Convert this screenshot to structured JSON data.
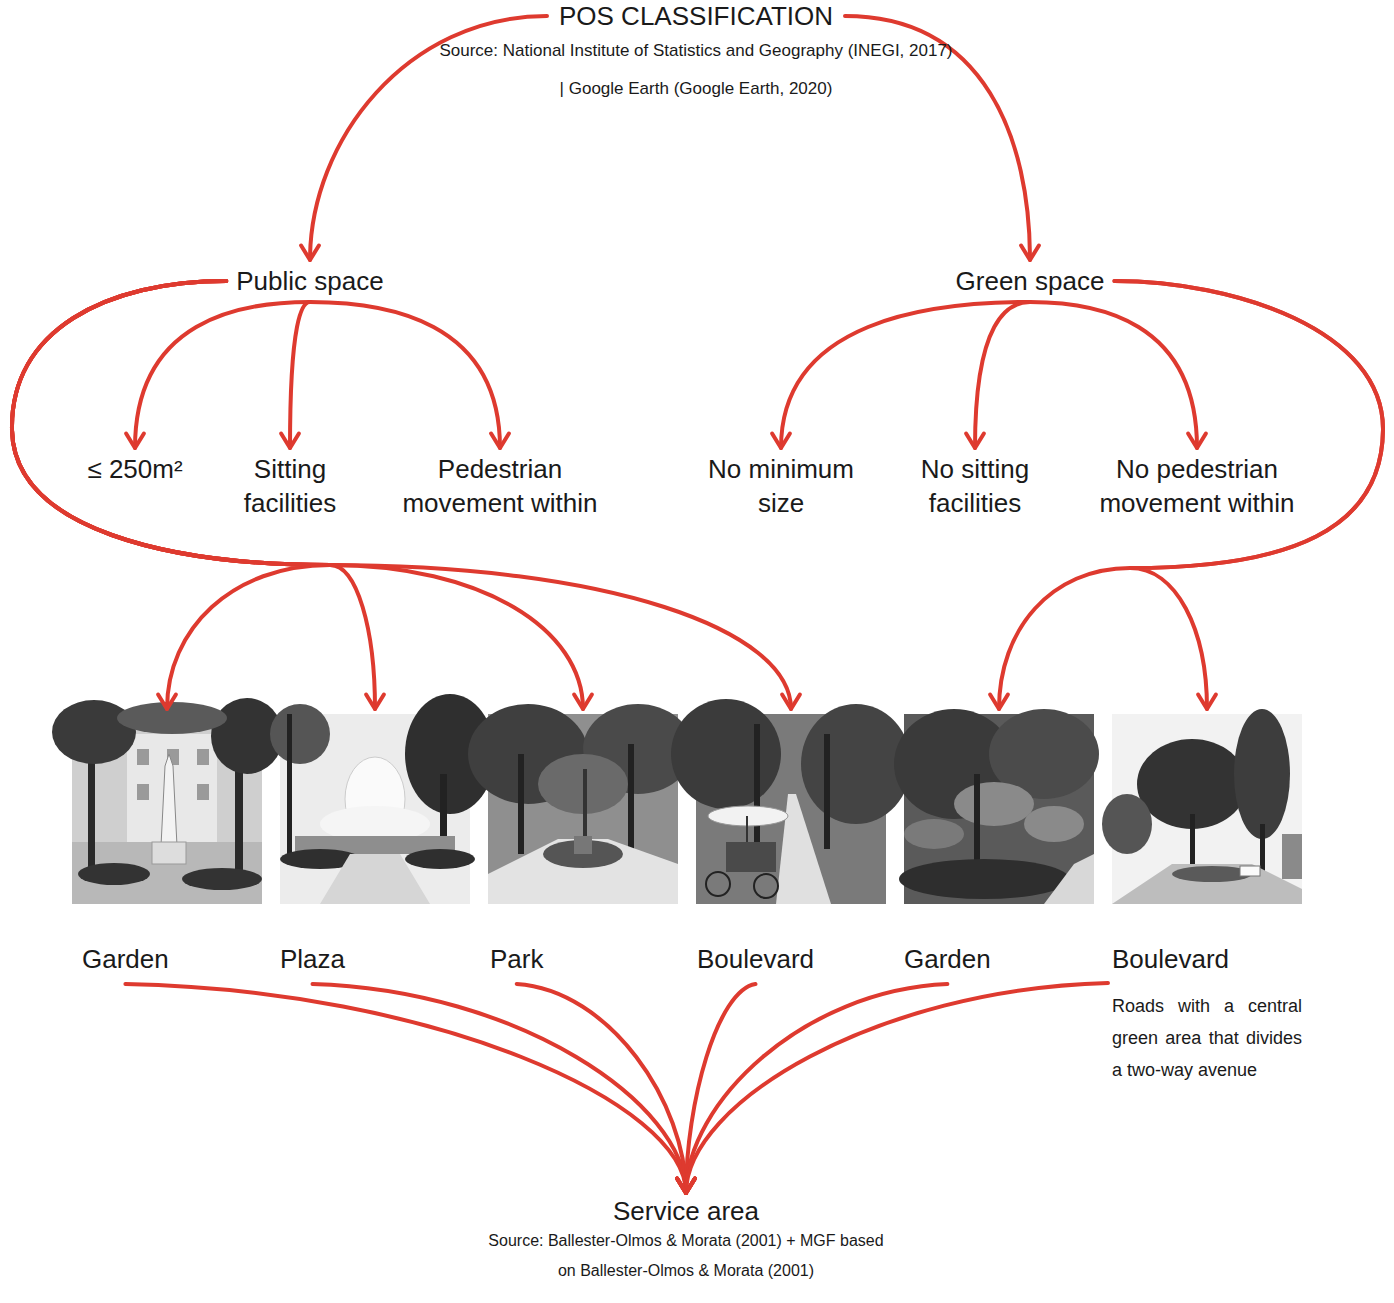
{
  "diagram": {
    "nodes": [
      {
        "text": [
          "POS CLASSIFICATION",
          "Source: National Institute of Statistics and Geography (INEGI, 2017) | Google Earth (Google Earth, 2020)"
        ]
      },
      {
        "text": [
          "Public space"
        ]
      },
      {
        "text": [
          "Green space"
        ]
      },
      {
        "text": [
          "≤ 250m²"
        ]
      },
      {
        "text": [
          "Sitting facilities"
        ]
      },
      {
        "text": [
          "Pedestrian movement within"
        ]
      },
      {
        "text": [
          "No minimum size"
        ]
      },
      {
        "text": [
          "No sitting facilities"
        ]
      },
      {
        "text": [
          "No pedestrian movement within"
        ]
      },
      {
        "text": [
          "Garden"
        ]
      },
      {
        "text": [
          "Plaza"
        ]
      },
      {
        "text": [
          "Park"
        ]
      },
      {
        "text": [
          "Boulevard"
        ]
      },
      {
        "text": [
          "Garden"
        ]
      },
      {
        "text": [
          "Boulevard",
          "Roads with a central green area that divides a two-way avenue"
        ]
      },
      {
        "text": [
          "Service area",
          "Source: Ballester-Olmos & Morata (2001) + MGF based on Ballester-Olmos & Morata (2001)"
        ]
      }
    ],
    "edges": [
      {
        "from": 0,
        "to": 1,
        "arrow": "to"
      },
      {
        "from": 0,
        "to": 2,
        "arrow": "to"
      },
      {
        "from": 1,
        "to": 3,
        "arrow": "to"
      },
      {
        "from": 1,
        "to": 4,
        "arrow": "to"
      },
      {
        "from": 1,
        "to": 5,
        "arrow": "to"
      },
      {
        "from": 2,
        "to": 6,
        "arrow": "to"
      },
      {
        "from": 2,
        "to": 7,
        "arrow": "to"
      },
      {
        "from": 2,
        "to": 8,
        "arrow": "to"
      },
      {
        "from": 1,
        "to": 9,
        "arrow": "to"
      },
      {
        "from": 1,
        "to": 10,
        "arrow": "to"
      },
      {
        "from": 1,
        "to": 11,
        "arrow": "to"
      },
      {
        "from": 1,
        "to": 12,
        "arrow": "to"
      },
      {
        "from": 2,
        "to": 13,
        "arrow": "to"
      },
      {
        "from": 2,
        "to": 14,
        "arrow": "to"
      },
      {
        "from": 9,
        "to": 15,
        "arrow": "to"
      },
      {
        "from": 10,
        "to": 15,
        "arrow": "to"
      },
      {
        "from": 11,
        "to": 15,
        "arrow": "to"
      },
      {
        "from": 12,
        "to": 15,
        "arrow": "to"
      },
      {
        "from": 13,
        "to": 15,
        "arrow": "to"
      },
      {
        "from": 14,
        "to": 15,
        "arrow": "to"
      }
    ]
  }
}
